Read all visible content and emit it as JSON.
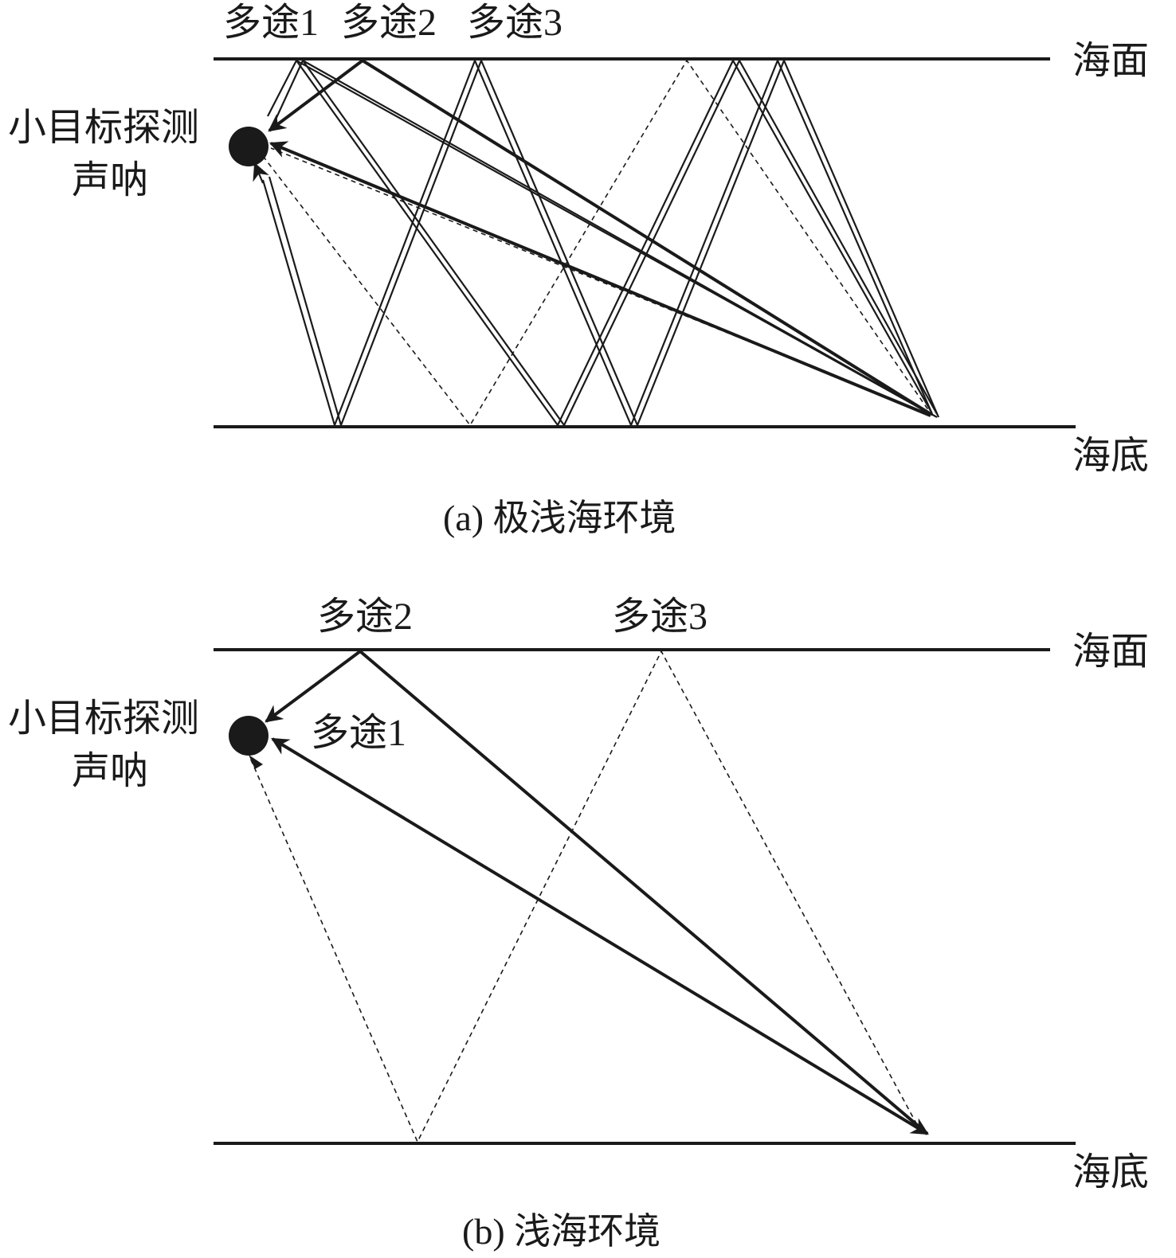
{
  "panel_a": {
    "caption": "(a) 极浅海环境",
    "surface_label": "海面",
    "bottom_label": "海底",
    "sonar_label_line1": "小目标探测",
    "sonar_label_line2": "声呐",
    "path1_label": "多途1",
    "path2_label": "多途2",
    "path3_label": "多途3"
  },
  "panel_b": {
    "caption": "(b) 浅海环境",
    "surface_label": "海面",
    "bottom_label": "海底",
    "sonar_label_line1": "小目标探测",
    "sonar_label_line2": "声呐",
    "path1_label": "多途1",
    "path2_label": "多途2",
    "path3_label": "多途3"
  },
  "colors": {
    "line": "#1a1a1a",
    "background": "#ffffff"
  }
}
